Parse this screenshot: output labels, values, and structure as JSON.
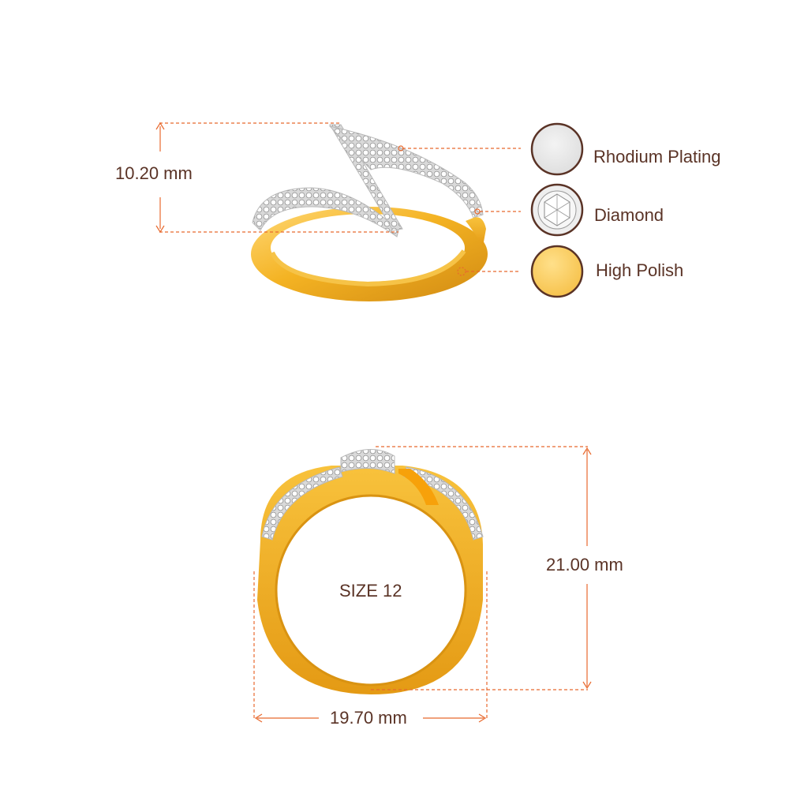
{
  "colors": {
    "dimension_line": "#e8692e",
    "text": "#5a3326",
    "gold": "#f4b323",
    "gold_light": "#ffd46a",
    "gold_dark": "#c77f0a",
    "rhodium": "#e6e6e6",
    "swatch_border": "#5a3326"
  },
  "top_view": {
    "height_label": "10.20 mm"
  },
  "legend": [
    {
      "label": "Rhodium Plating",
      "swatch": "rhodium"
    },
    {
      "label": "Diamond",
      "swatch": "diamond"
    },
    {
      "label": "High Polish",
      "swatch": "gold"
    }
  ],
  "front_view": {
    "size_label": "SIZE 12",
    "height_label": "21.00 mm",
    "width_label": "19.70 mm"
  }
}
